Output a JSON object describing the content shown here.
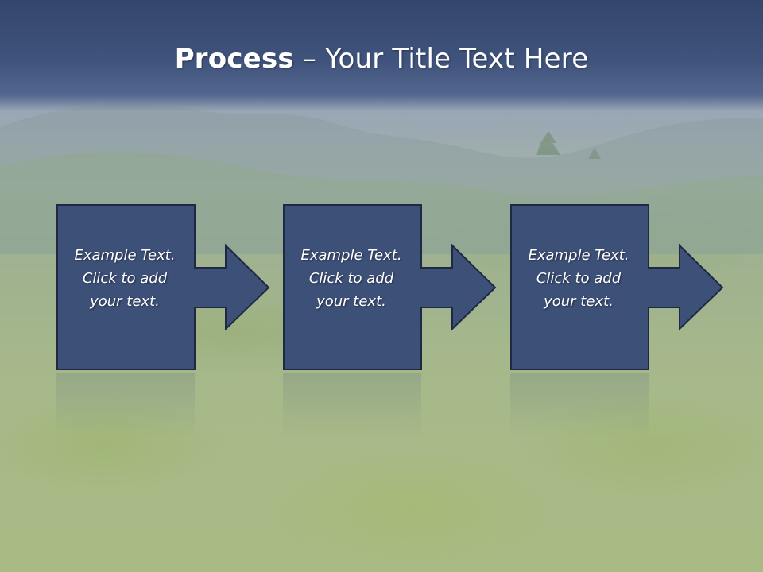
{
  "slide": {
    "title_bold": "Process",
    "title_rest": " – Your Title Text Here",
    "steps": [
      {
        "lines": [
          "Example Text.",
          "Click  to add",
          "your text."
        ]
      },
      {
        "lines": [
          "Example Text.",
          "Click  to add",
          "your text."
        ]
      },
      {
        "lines": [
          "Example Text.",
          "Click  to add",
          "your text."
        ]
      }
    ]
  },
  "colors": {
    "title_band": "#3f537c",
    "box_fill": "#3d5078",
    "box_stroke": "#1e2a44",
    "text": "#ffffff"
  }
}
